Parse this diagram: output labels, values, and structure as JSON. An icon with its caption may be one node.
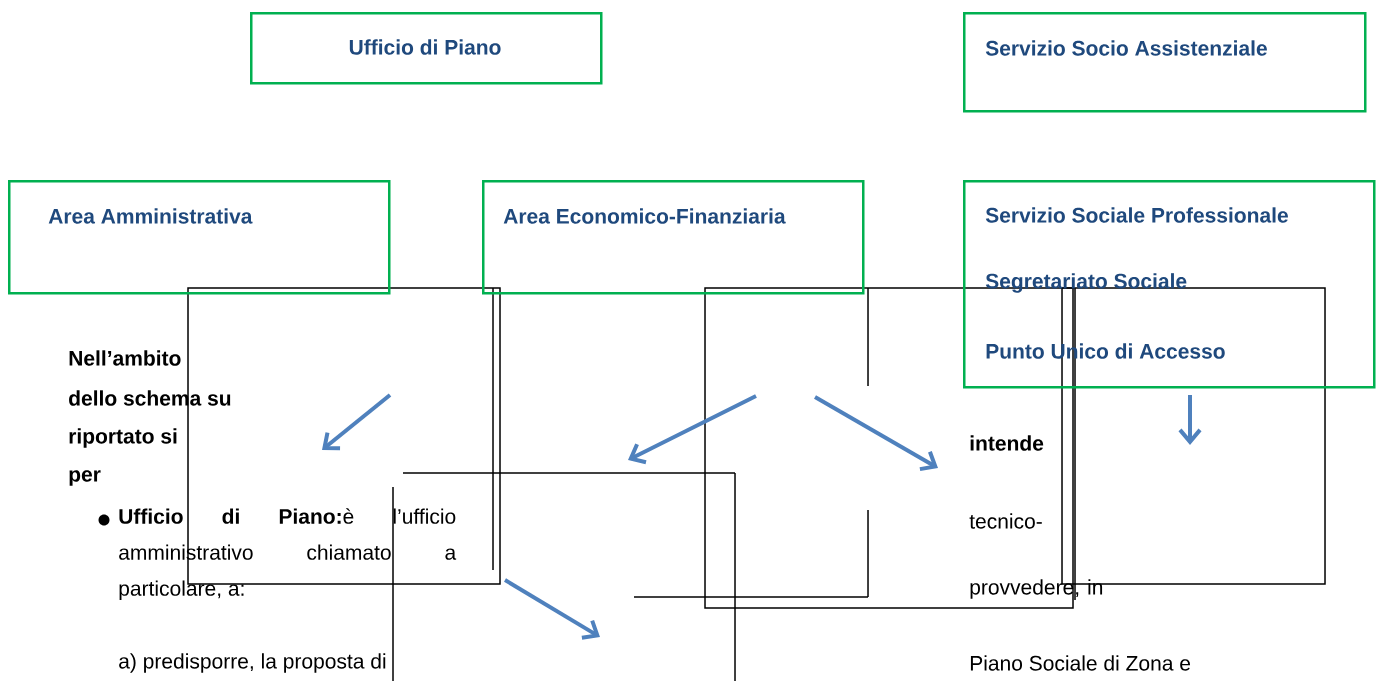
{
  "diagram": {
    "nodes": [
      {
        "text": [
          "Ufficio di Piano"
        ]
      },
      {
        "text": [
          "Servizio Socio Assistenziale"
        ]
      },
      {
        "text": [
          "Area Amministrativa"
        ]
      },
      {
        "text": [
          "Area Economico-Finanziaria"
        ]
      },
      {
        "text": [
          "Servizio Sociale Professionale",
          "Segretariato Sociale",
          "Punto Unico di Accesso"
        ]
      }
    ],
    "labels": [
      "Nell’ambito",
      "dello schema su",
      "riportato si",
      "intende",
      "per",
      "**Ufficio di Piano:**è l’ufficio amministrativo chiamato a particolare, a:",
      "tecnico-",
      "provvedere, in",
      "a) predisporre, la proposta di",
      "Piano Sociale di Zona e"
    ]
  }
}
